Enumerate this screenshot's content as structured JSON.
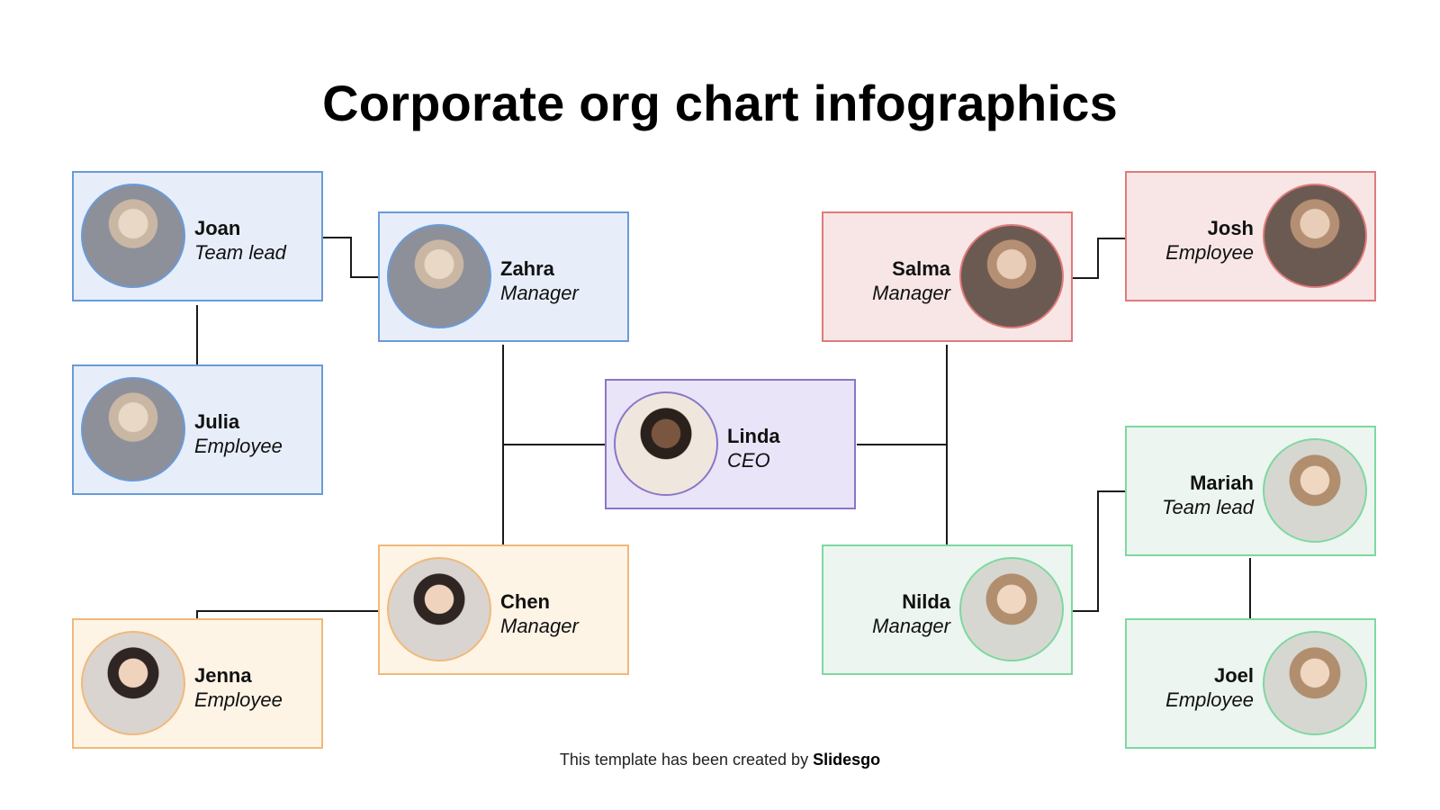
{
  "title": "Corporate org chart infographics",
  "footer": {
    "prefix": "This template has been created by ",
    "brand": "Slidesgo"
  },
  "nodes": {
    "joan": {
      "name": "Joan",
      "role": "Team lead"
    },
    "julia": {
      "name": "Julia",
      "role": "Employee"
    },
    "zahra": {
      "name": "Zahra",
      "role": "Manager"
    },
    "linda": {
      "name": "Linda",
      "role": "CEO"
    },
    "chen": {
      "name": "Chen",
      "role": "Manager"
    },
    "jenna": {
      "name": "Jenna",
      "role": "Employee"
    },
    "salma": {
      "name": "Salma",
      "role": "Manager"
    },
    "josh": {
      "name": "Josh",
      "role": "Employee"
    },
    "nilda": {
      "name": "Nilda",
      "role": "Manager"
    },
    "mariah": {
      "name": "Mariah",
      "role": "Team lead"
    },
    "joel": {
      "name": "Joel",
      "role": "Employee"
    }
  },
  "colors": {
    "blue": "#6a9bd8",
    "red": "#e07b7b",
    "purple": "#8a76c9",
    "orange": "#f0b97a",
    "green": "#7ed8a0",
    "connector": "#1a1a1a"
  }
}
